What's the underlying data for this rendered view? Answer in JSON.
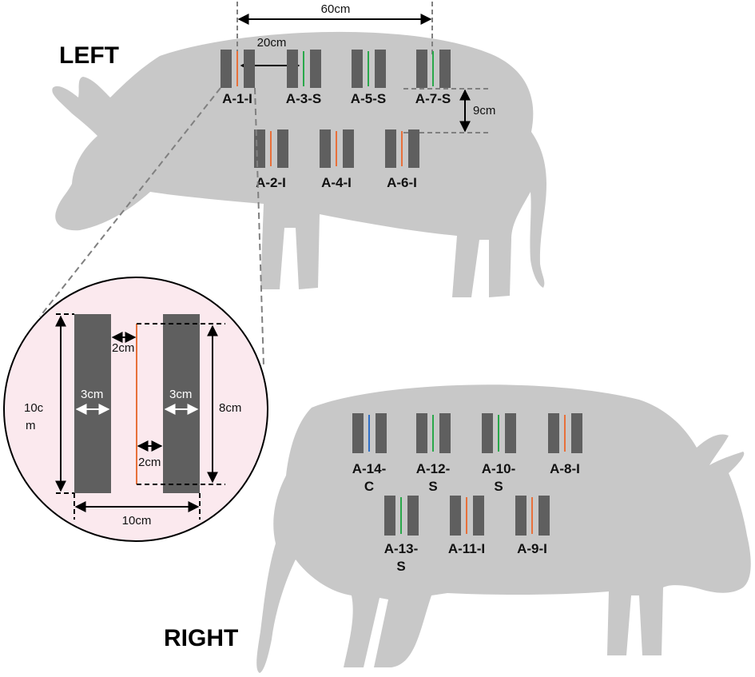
{
  "side_labels": {
    "left": "LEFT",
    "right": "RIGHT"
  },
  "dimensions": {
    "total_width": "60cm",
    "site_spacing": "20cm",
    "row_spacing": "9cm"
  },
  "left_sites": [
    {
      "label": "A-1-I",
      "type": "I"
    },
    {
      "label": "A-3-S",
      "type": "S"
    },
    {
      "label": "A-5-S",
      "type": "S"
    },
    {
      "label": "A-7-S",
      "type": "S"
    },
    {
      "label": "A-2-I",
      "type": "I"
    },
    {
      "label": "A-4-I",
      "type": "I"
    },
    {
      "label": "A-6-I",
      "type": "I"
    }
  ],
  "right_sites": [
    {
      "label_line1": "A-14-",
      "label_line2": "C",
      "type": "C"
    },
    {
      "label_line1": "A-12-",
      "label_line2": "S",
      "type": "S"
    },
    {
      "label_line1": "A-10-",
      "label_line2": "S",
      "type": "S"
    },
    {
      "label_line1": "A-8-I",
      "label_line2": "",
      "type": "I"
    },
    {
      "label_line1": "A-13-",
      "label_line2": "S",
      "type": "S"
    },
    {
      "label_line1": "A-11-I",
      "label_line2": "",
      "type": "I"
    },
    {
      "label_line1": "A-9-I",
      "label_line2": "",
      "type": "I"
    }
  ],
  "detail": {
    "gap_left": "2cm",
    "bar_width_left": "3cm",
    "bar_width_right": "3cm",
    "bar_height_line1": "10c",
    "bar_height_line2": "m",
    "incision_length": "8cm",
    "gap_right": "2cm",
    "total_span": "10cm"
  },
  "colors": {
    "pig": "#c8c8c8",
    "bar": "#5f5f5f",
    "incision": "#e8703a",
    "suture": "#29a84a",
    "control": "#2e6fc8",
    "zoom_fill": "#fbe9ee",
    "dash": "#808080"
  }
}
